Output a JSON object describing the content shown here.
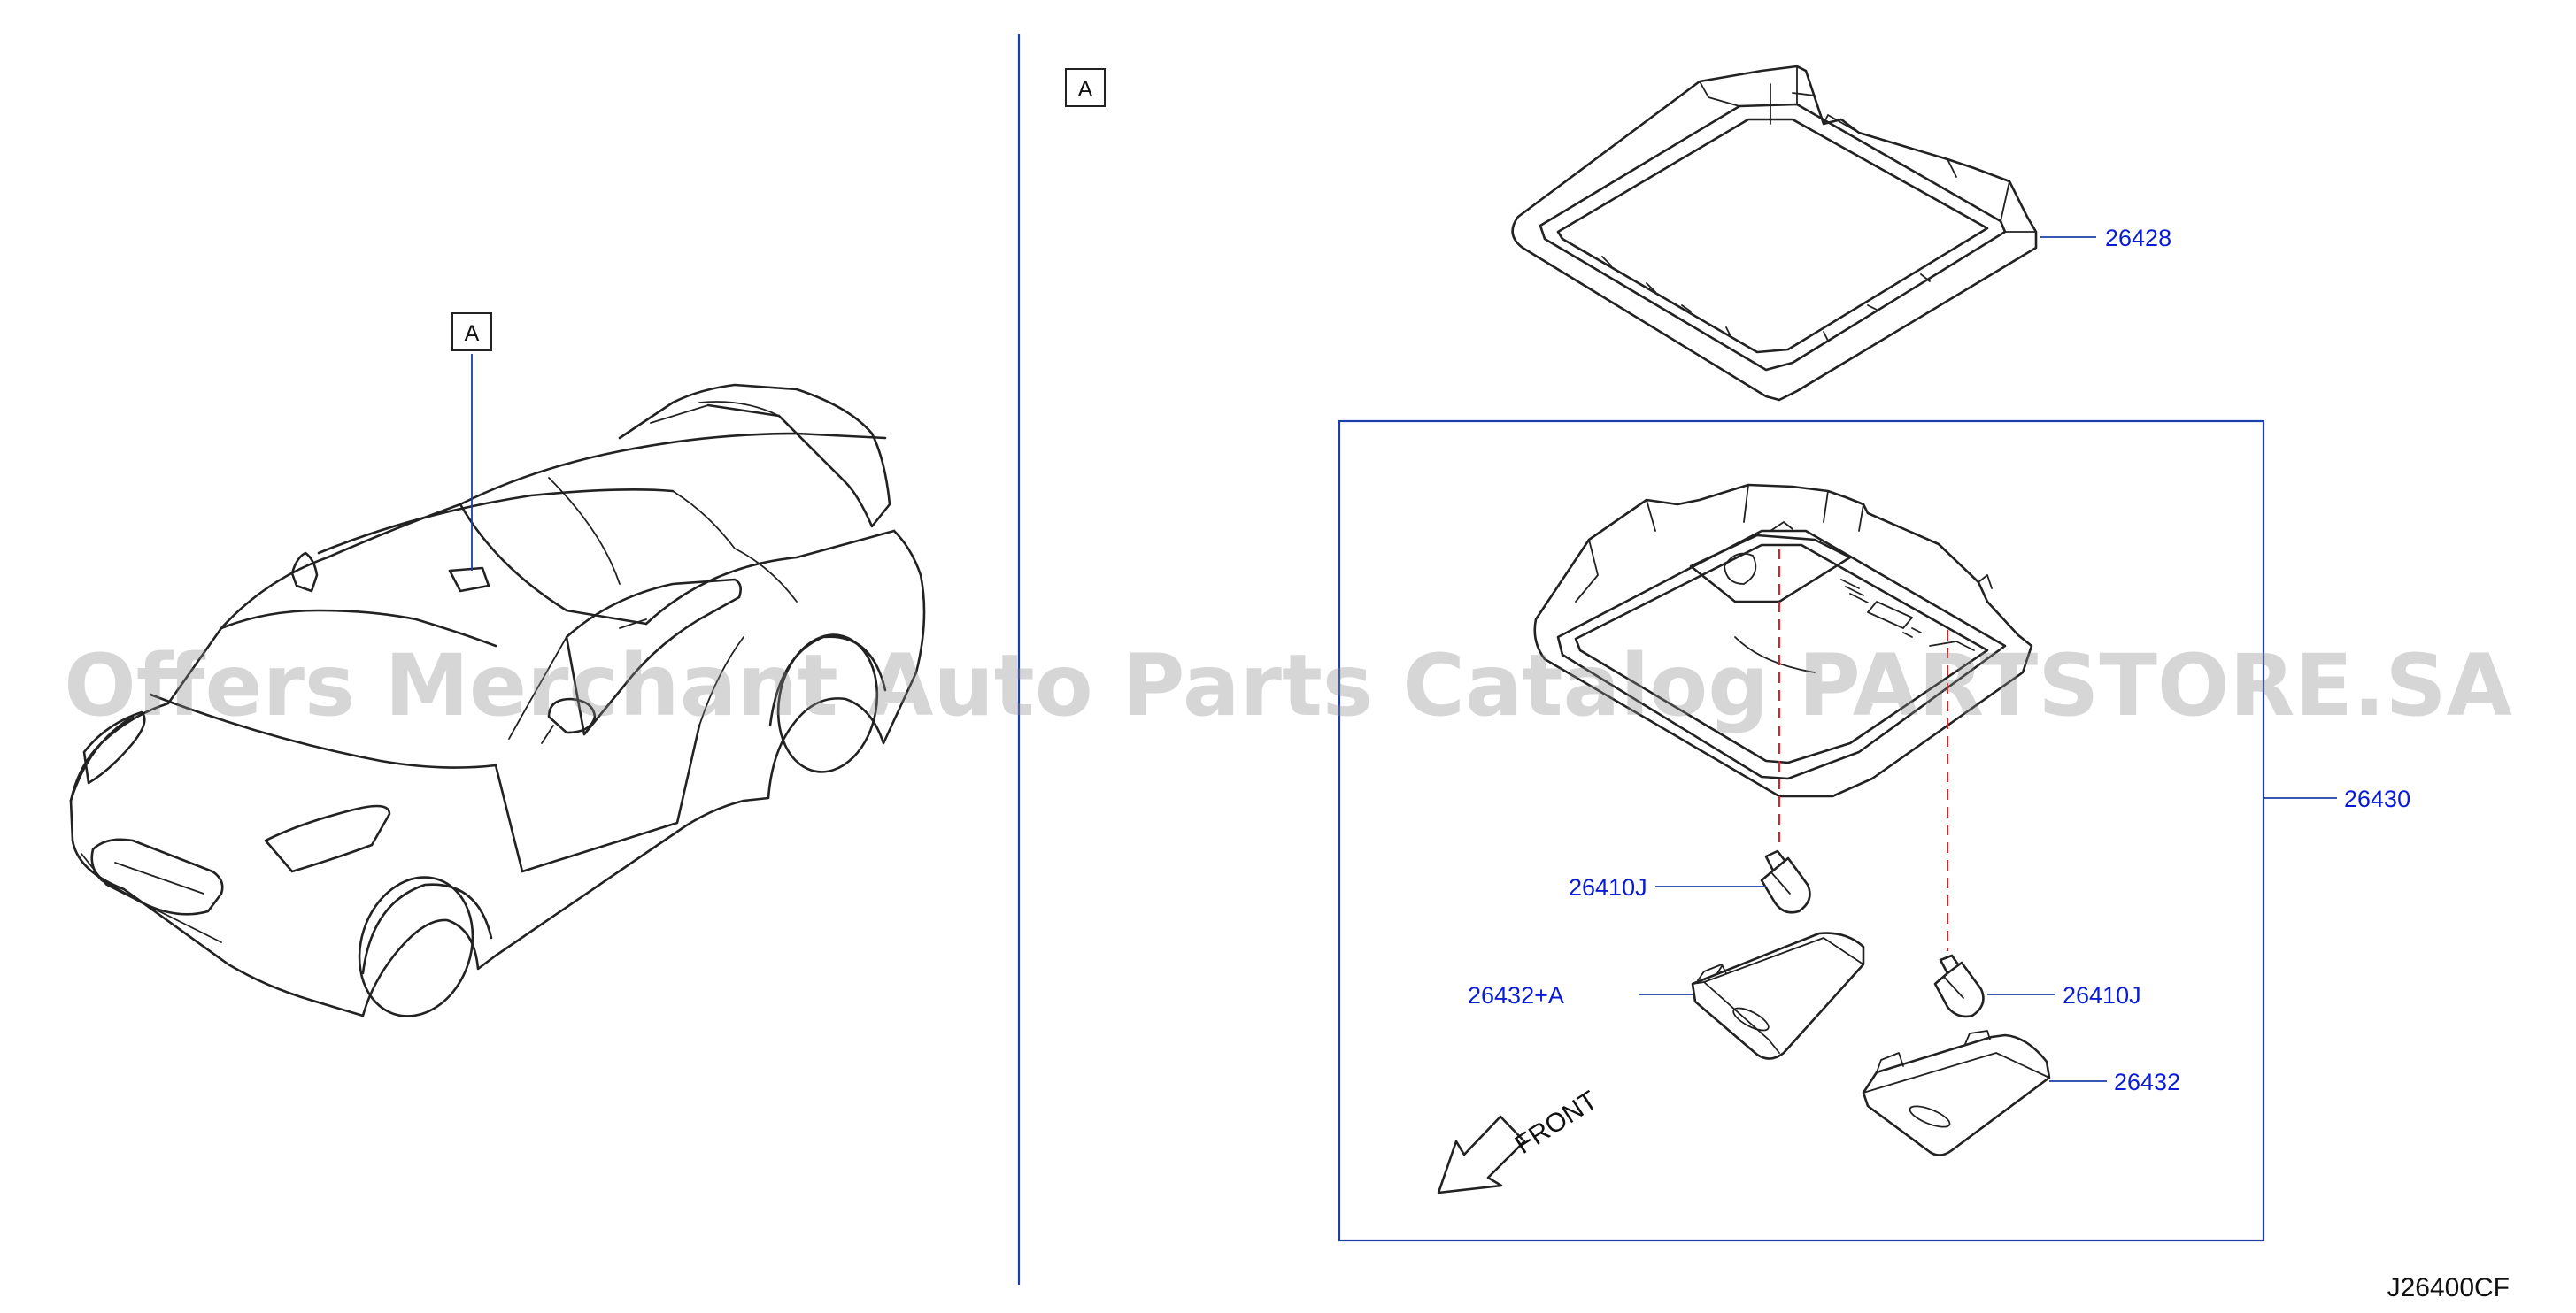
{
  "diagram": {
    "view_label_left": "A",
    "view_label_right": "A",
    "callouts": {
      "finisher": "26428",
      "lamp_assembly": "26430",
      "bulb_upper": "26410J",
      "bulb_lower": "26410J",
      "lens_left": "26432+A",
      "lens_right": "26432"
    },
    "front_label": "FRONT",
    "drawing_code": "J26400CF",
    "watermark": "Offers Merchant Auto Parts Catalog PARTSTORE.SA"
  }
}
